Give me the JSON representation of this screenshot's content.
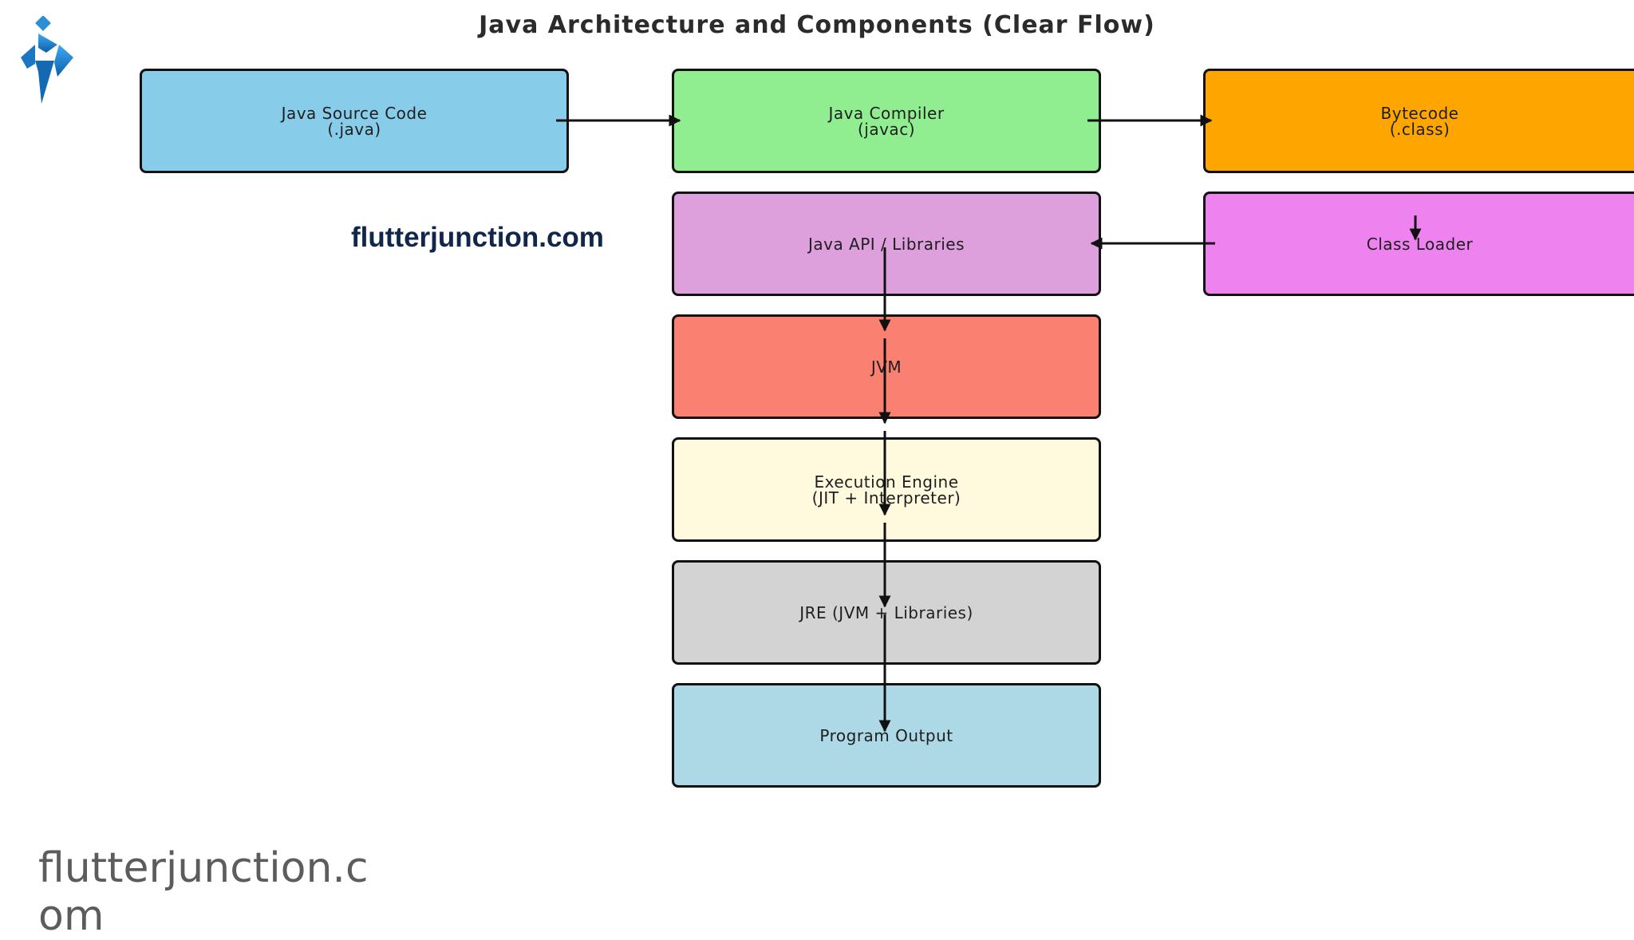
{
  "title": "Java Architecture and Components (Clear Flow)",
  "brand_text": "flutterjunction.com",
  "watermark_text": "flutterjunction.com",
  "colors": {
    "source": "#87cdea",
    "compiler": "#90ee90",
    "bytecode": "#ffa500",
    "class_loader": "#ee82ee",
    "api": "#dda0dd",
    "jvm": "#fa8072",
    "execution": "#fffadd",
    "jre": "#d3d3d3",
    "output": "#add8e6",
    "brand": "#10264a",
    "logo": "#1e88d0"
  },
  "boxes": {
    "source": {
      "line1": "Java Source Code",
      "line2": "(.java)"
    },
    "compiler": {
      "line1": "Java Compiler",
      "line2": "(javac)"
    },
    "bytecode": {
      "line1": "Bytecode",
      "line2": "(.class)"
    },
    "class_loader": {
      "line1": "Class Loader"
    },
    "api": {
      "line1": "Java API / Libraries"
    },
    "jvm": {
      "line1": "JVM"
    },
    "execution": {
      "line1": "Execution Engine",
      "line2": "(JIT + Interpreter)"
    },
    "jre": {
      "line1": "JRE (JVM + Libraries)"
    },
    "output": {
      "line1": "Program Output"
    }
  },
  "logo_icon": "flutterjunction-logo-icon"
}
